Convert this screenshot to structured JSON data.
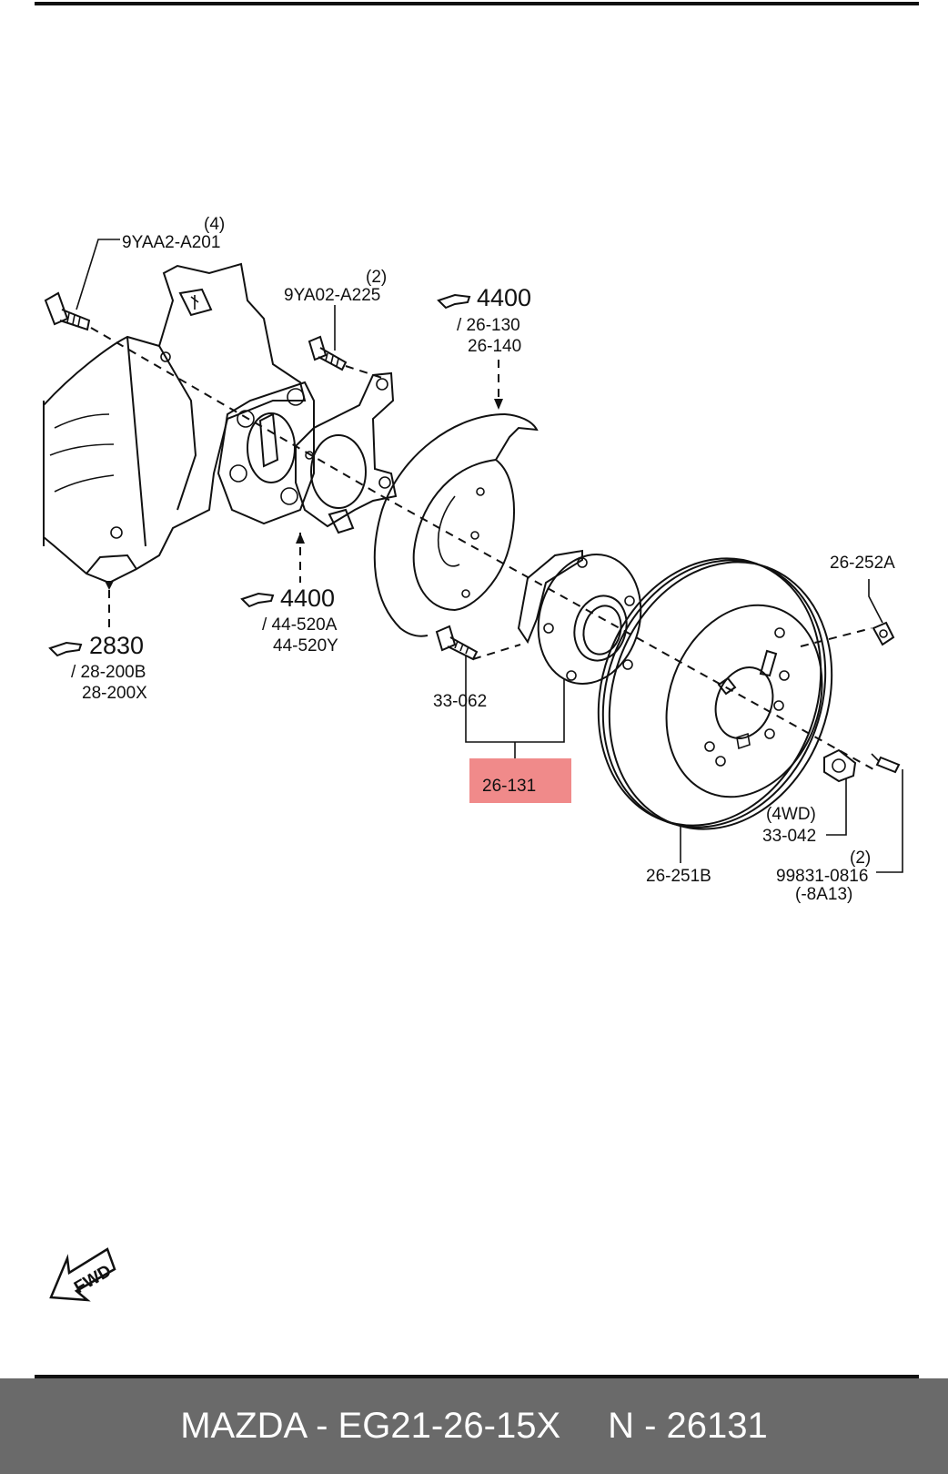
{
  "labels": {
    "bolt_top": "9YAA2-A201",
    "bolt_top_qty": "(4)",
    "bolt_mid": "9YA02-A225",
    "bolt_mid_qty": "(2)",
    "ref_4400_top": "4400",
    "ref_26_130": "/ 26-130",
    "ref_26_140": "26-140",
    "ref_4400_mid": "4400",
    "ref_44_520a": "/ 44-520A",
    "ref_44_520y": "44-520Y",
    "ref_2830": "2830",
    "ref_28_200b": "/ 28-200B",
    "ref_28_200x": "28-200X",
    "part_33_062": "33-062",
    "part_26_131": "26-131",
    "part_26_252a": "26-252A",
    "note_4wd": "(4WD)",
    "part_33_042": "33-042",
    "part_26_251b": "26-251B",
    "screw_qty": "(2)",
    "part_99831": "99831-0816",
    "part_8a13": "(-8A13)",
    "fwd": "FWD"
  },
  "highlight_color": "#f08a8a",
  "footer": {
    "left": "MAZDA - EG21-26-15X",
    "right": "N - 26131"
  }
}
